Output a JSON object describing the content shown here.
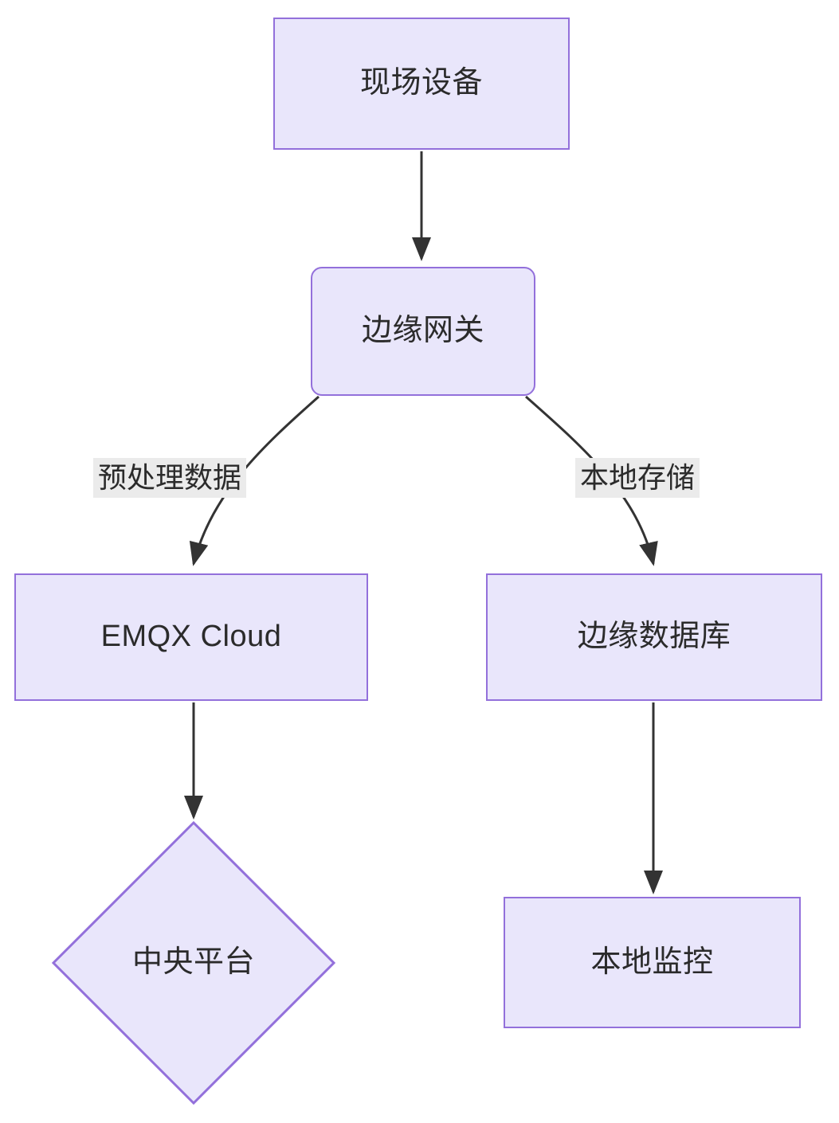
{
  "diagram": {
    "type": "flowchart",
    "direction": "top-down",
    "background_color": "#ffffff",
    "node_fill_color": "#E9E6FB",
    "node_border_color": "#9370DB",
    "node_text_color": "#2b2b2b",
    "edge_color": "#333333",
    "edge_label_background": "#EBEBEB",
    "nodes": [
      {
        "id": "field-devices",
        "label": "现场设备",
        "shape": "rectangle"
      },
      {
        "id": "edge-gateway",
        "label": "边缘网关",
        "shape": "rounded-rectangle"
      },
      {
        "id": "emqx-cloud",
        "label": "EMQX Cloud",
        "shape": "rectangle"
      },
      {
        "id": "edge-database",
        "label": "边缘数据库",
        "shape": "rectangle"
      },
      {
        "id": "central-platform",
        "label": "中央平台",
        "shape": "diamond"
      },
      {
        "id": "local-monitor",
        "label": "本地监控",
        "shape": "rectangle"
      }
    ],
    "edges": [
      {
        "from": "field-devices",
        "to": "edge-gateway",
        "label": ""
      },
      {
        "from": "edge-gateway",
        "to": "emqx-cloud",
        "label": "预处理数据"
      },
      {
        "from": "edge-gateway",
        "to": "edge-database",
        "label": "本地存储"
      },
      {
        "from": "emqx-cloud",
        "to": "central-platform",
        "label": ""
      },
      {
        "from": "edge-database",
        "to": "local-monitor",
        "label": ""
      }
    ]
  }
}
